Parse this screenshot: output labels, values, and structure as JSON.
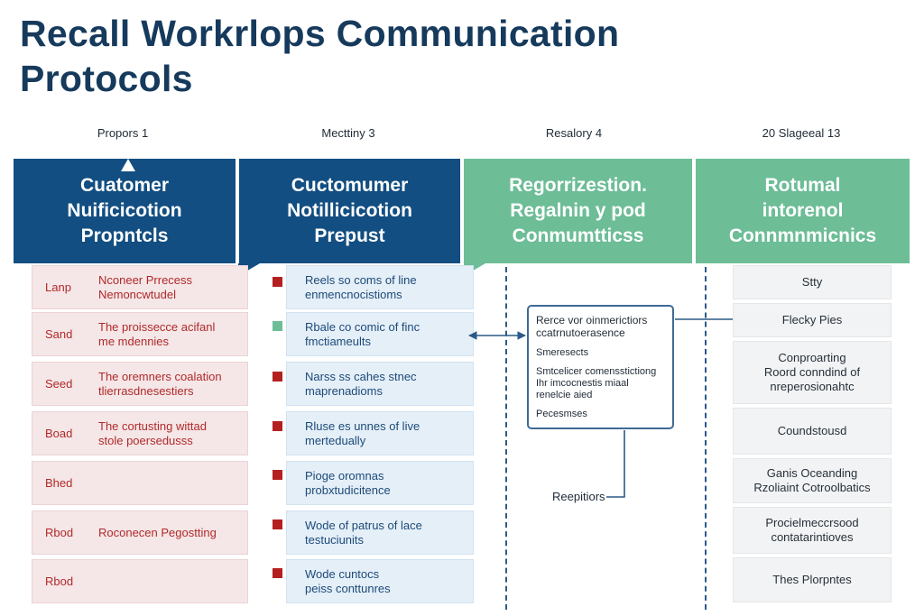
{
  "title": "Recall Workrlops Communication Protocols",
  "phases": [
    "Propors 1",
    "Mecttiny 3",
    "Resalory 4",
    "20 Slageeal 13"
  ],
  "columns": [
    {
      "header": "Cuatomer\nNuificicotion\nPropntcls",
      "color": "#124e81"
    },
    {
      "header": "Cuctomumer\nNotillicicotion\nPrepust",
      "color": "#124e81"
    },
    {
      "header": "Regorrizestion.\nRegalnin y pod\nConmumtticss",
      "color": "#6dbd97"
    },
    {
      "header": "Rotumal\nintorenol\nConnmnmicnics",
      "color": "#6dbd97"
    }
  ],
  "col1_rows": [
    {
      "key": "Lanp",
      "text": "Nconeer Prrecess\nNemoncwtudel"
    },
    {
      "key": "Sand",
      "text": "The proissecce acifanl\nme mdennies"
    },
    {
      "key": "Seed",
      "text": "The oremners coalation\ntlierrasdnesestiers"
    },
    {
      "key": "Boad",
      "text": "The cortusting wittad\nstole poersedusss"
    },
    {
      "key": "Bhed",
      "text": ""
    },
    {
      "key": "Rbod",
      "text": "Roconecen Pegostting"
    },
    {
      "key": "Rbod",
      "text": ""
    }
  ],
  "col2_rows": [
    {
      "marker": "red",
      "text": "Reels so coms of line\nenmencnocistioms"
    },
    {
      "marker": "green",
      "text": "Rbale co comic of finc\nfmctiameults"
    },
    {
      "marker": "red",
      "text": "Narss ss cahes stnec\nmaprenadioms"
    },
    {
      "marker": "red",
      "text": "Rluse es unnes of live\nmertedually"
    },
    {
      "marker": "red",
      "text": "Pioge oromnas\nprobxtudicitence"
    },
    {
      "marker": "red",
      "text": "Wode of patrus of lace\ntestuciunits"
    },
    {
      "marker": "red",
      "text": "Wode cuntocs\npeiss conttunres"
    }
  ],
  "col3_box": {
    "title": "Rerce vor oinmerictiors\nccatrnutoerasence",
    "lines": [
      "Smeresects",
      "Smtcelicer comensstictiong\nIhr imcocnestis miaal\nrenelcie aied",
      "Pecesmses"
    ]
  },
  "col3_labels": {
    "reepitiors": "Reepitiors"
  },
  "col4_rows": [
    "Stty",
    "Flecky Pies",
    "Conproarting\nRoord conndind of\nnreperosionahtc",
    "Coundstousd",
    "Ganis Oceanding\nRzoliaint Cotroolbatics",
    "Procielmeccrsood\ncontatarintioves",
    "Thes Plorpntes"
  ]
}
